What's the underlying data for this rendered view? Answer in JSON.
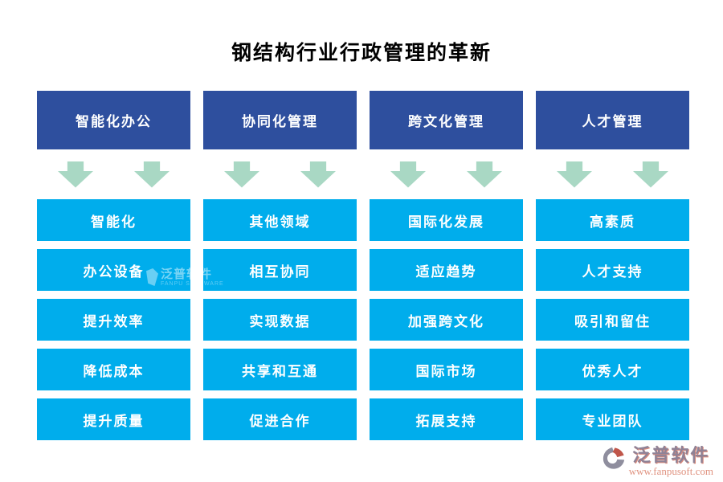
{
  "title": "钢结构行业行政管理的革新",
  "colors": {
    "header_bg": "#2e4f9e",
    "item_bg": "#00adec",
    "arrow": "#a9d8c4",
    "title_text": "#000000",
    "box_text": "#ffffff",
    "logo_gray": "#8f8296",
    "logo_red": "#c0564a",
    "logo_url": "#e09380"
  },
  "columns": [
    {
      "header": "智能化办公",
      "items": [
        "智能化",
        "办公设备",
        "提升效率",
        "降低成本",
        "提升质量"
      ]
    },
    {
      "header": "协同化管理",
      "items": [
        "其他领域",
        "相互协同",
        "实现数据",
        "共享和互通",
        "促进合作"
      ]
    },
    {
      "header": "跨文化管理",
      "items": [
        "国际化发展",
        "适应趋势",
        "加强跨文化",
        "国际市场",
        "拓展支持"
      ]
    },
    {
      "header": "人才管理",
      "items": [
        "高素质",
        "人才支持",
        "吸引和留住",
        "优秀人才",
        "专业团队"
      ]
    }
  ],
  "watermark": {
    "text": "泛普软件",
    "subtext": "FANPU SOFTWARE"
  },
  "vendor": {
    "name": "泛普软件",
    "url": "www.fanpusoft.com"
  }
}
